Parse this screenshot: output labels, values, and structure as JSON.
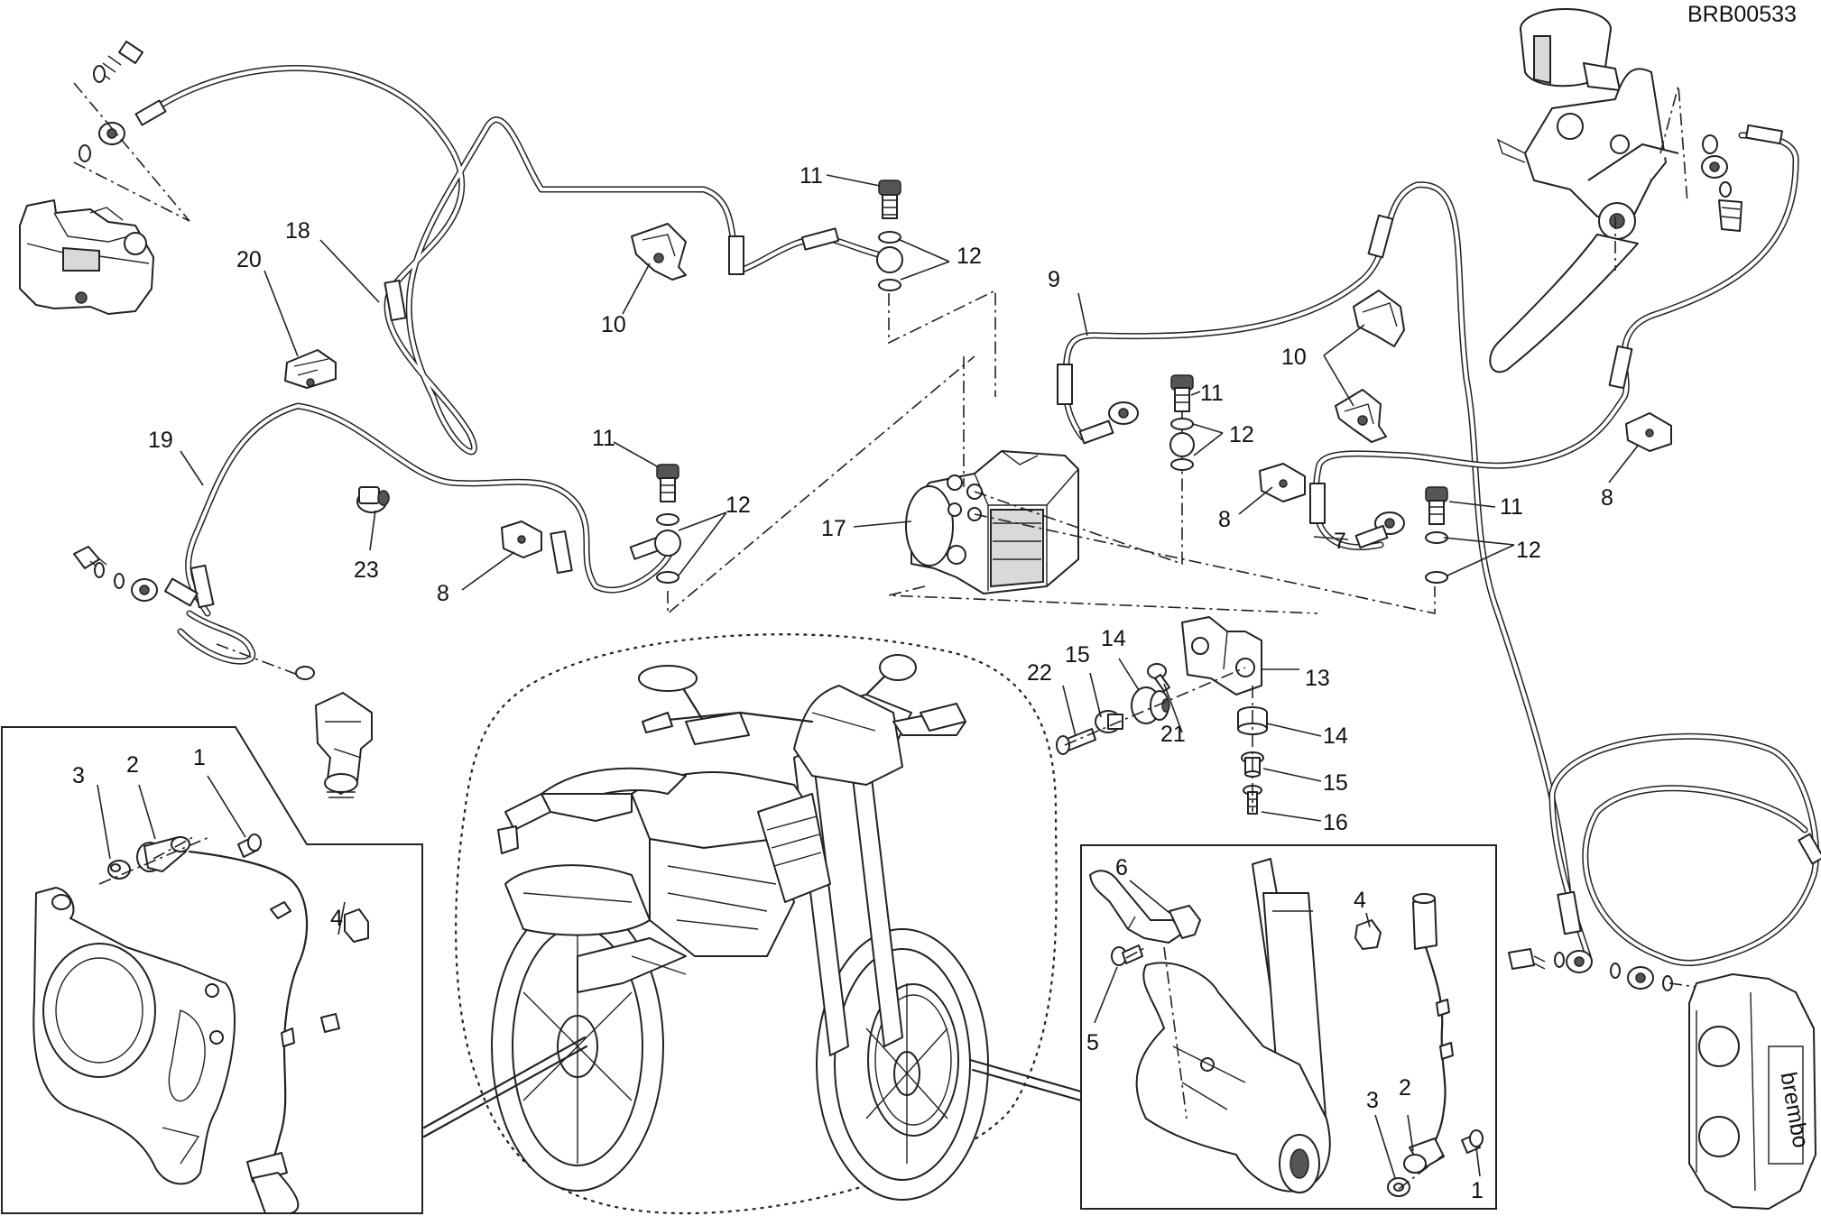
{
  "drawing_code": "BRB00533",
  "callouts": [
    {
      "key": "c11a",
      "text": "11"
    },
    {
      "key": "c12a",
      "text": "12"
    },
    {
      "key": "c18",
      "text": "18"
    },
    {
      "key": "c20",
      "text": "20"
    },
    {
      "key": "c10a",
      "text": "10"
    },
    {
      "key": "c9",
      "text": "9"
    },
    {
      "key": "c10b",
      "text": "10"
    },
    {
      "key": "c11b",
      "text": "11"
    },
    {
      "key": "c12b",
      "text": "12"
    },
    {
      "key": "c19",
      "text": "19"
    },
    {
      "key": "c11c",
      "text": "11"
    },
    {
      "key": "c12c",
      "text": "12"
    },
    {
      "key": "c23",
      "text": "23"
    },
    {
      "key": "c8a",
      "text": "8"
    },
    {
      "key": "c17",
      "text": "17"
    },
    {
      "key": "c8b",
      "text": "8"
    },
    {
      "key": "c7",
      "text": "7"
    },
    {
      "key": "c11d",
      "text": "11"
    },
    {
      "key": "c12d",
      "text": "12"
    },
    {
      "key": "c8c",
      "text": "8"
    },
    {
      "key": "c22",
      "text": "22"
    },
    {
      "key": "c15a",
      "text": "15"
    },
    {
      "key": "c14a",
      "text": "14"
    },
    {
      "key": "c13",
      "text": "13"
    },
    {
      "key": "c21",
      "text": "21"
    },
    {
      "key": "c14b",
      "text": "14"
    },
    {
      "key": "c15b",
      "text": "15"
    },
    {
      "key": "c16",
      "text": "16"
    },
    {
      "key": "c3a",
      "text": "3"
    },
    {
      "key": "c2a",
      "text": "2"
    },
    {
      "key": "c1a",
      "text": "1"
    },
    {
      "key": "c4a",
      "text": "4"
    },
    {
      "key": "c6",
      "text": "6"
    },
    {
      "key": "c4b",
      "text": "4"
    },
    {
      "key": "c5",
      "text": "5"
    },
    {
      "key": "c3b",
      "text": "3"
    },
    {
      "key": "c2b",
      "text": "2"
    },
    {
      "key": "c1b",
      "text": "1"
    }
  ]
}
